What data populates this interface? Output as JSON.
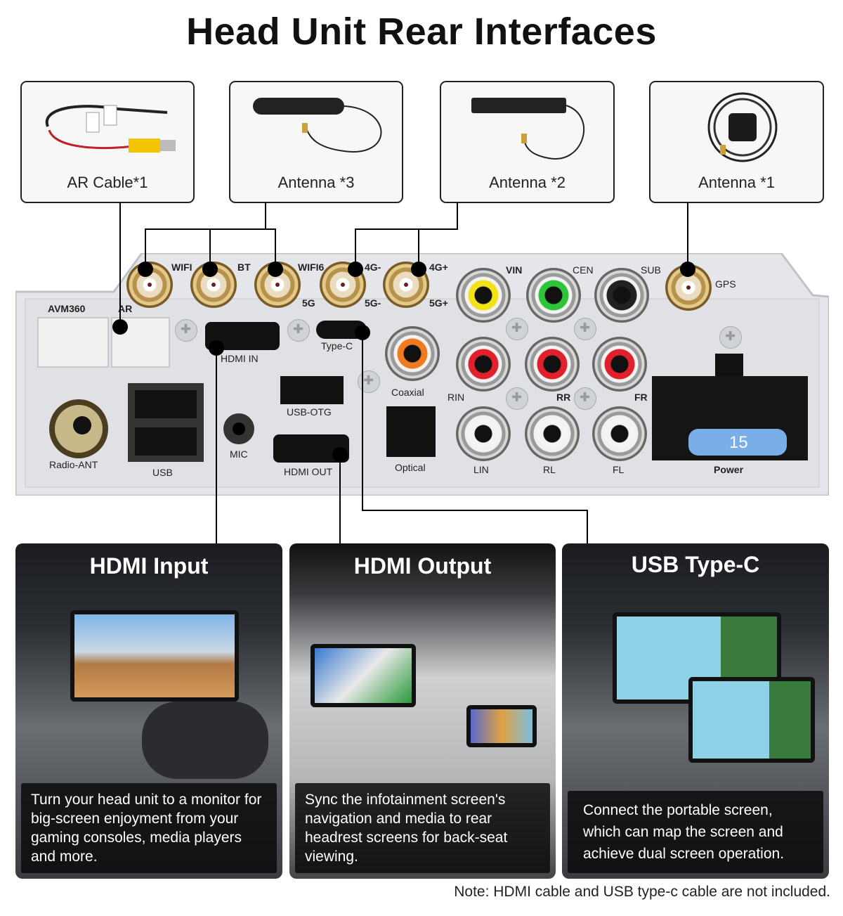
{
  "title": "Head Unit Rear Interfaces",
  "accessories": [
    {
      "label": "AR Cable*1"
    },
    {
      "label": "Antenna *3"
    },
    {
      "label": "Antenna *2"
    },
    {
      "label": "Antenna *1"
    }
  ],
  "panel": {
    "labels": {
      "wifi": "WIFI",
      "bt": "BT",
      "wifi6": "WIFI6",
      "g5a": "5G",
      "g4m": "4G-",
      "g5m": "5G-",
      "g4p": "4G+",
      "g5p": "5G+",
      "avm360": "AVM360",
      "ar": "AR",
      "hdmi_in": "HDMI  IN",
      "type_c": "Type-C",
      "usb_otg": "USB-OTG",
      "mic": "MIC",
      "hdmi_out": "HDMI  OUT",
      "radio_ant": "Radio-ANT",
      "usb": "USB",
      "coaxial": "Coaxial",
      "optical": "Optical",
      "vin": "VIN",
      "cen": "CEN",
      "sub": "SUB",
      "gps": "GPS",
      "rin": "RIN",
      "rr": "RR",
      "fr": "FR",
      "lin": "LIN",
      "rl": "RL",
      "fl": "FL",
      "power": "Power",
      "fuse": "15"
    }
  },
  "cards": [
    {
      "title": "HDMI Input",
      "caption": "Turn your head unit to a monitor for big-screen enjoyment from your gaming consoles, media players and more."
    },
    {
      "title": "HDMI Output",
      "caption": "Sync the infotainment screen's navigation and media to rear headrest screens for back-seat viewing."
    },
    {
      "title": "USB Type-C",
      "caption": "Connect the portable screen, which can map the screen and achieve dual screen operation."
    }
  ],
  "note": "Note: HDMI cable and USB type-c cable are not included.",
  "colors": {
    "line": "#000000",
    "panel": "#e4e6e9",
    "fuse": "#7aaee8"
  }
}
